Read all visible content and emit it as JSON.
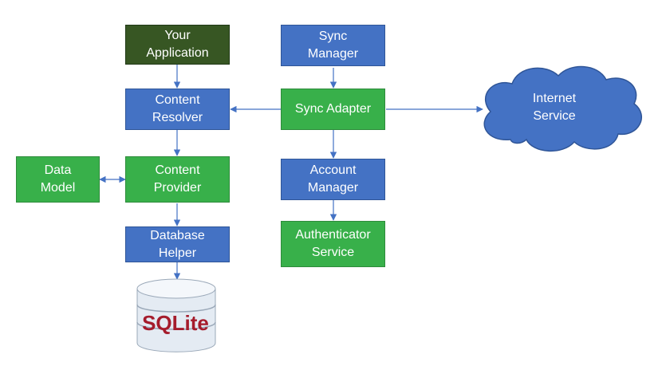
{
  "nodes": {
    "your_application": "Your\nApplication",
    "sync_manager": "Sync\nManager",
    "content_resolver": "Content\nResolver",
    "sync_adapter": "Sync Adapter",
    "internet_service": "Internet\nService",
    "data_model": "Data\nModel",
    "content_provider": "Content\nProvider",
    "account_manager": "Account\nManager",
    "database_helper": "Database\nHelper",
    "authenticator_service": "Authenticator\nService",
    "sqlite_logo": "SQLite"
  },
  "colors": {
    "blue": "#4472c4",
    "green": "#38b04a",
    "dark_green": "#375623",
    "connector": "#4472c4",
    "sqlite_red": "#a51c2c"
  }
}
